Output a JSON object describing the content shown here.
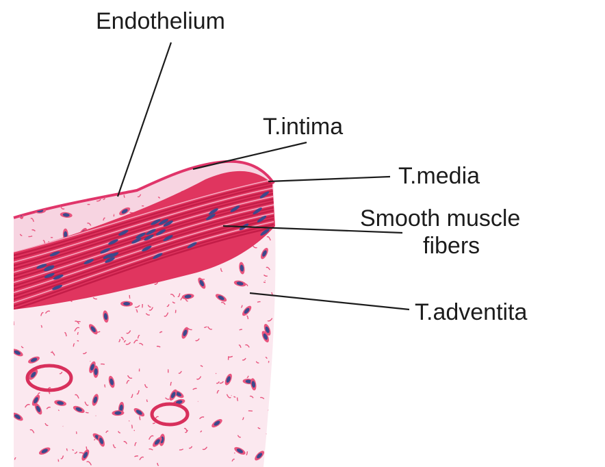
{
  "labels": {
    "endothelium": "Endothelium",
    "t_intima": "T.intima",
    "t_media": "T.media",
    "smooth_muscle_line1": "Smooth muscle",
    "smooth_muscle_line2": "fibers",
    "t_adventita": "T.adventita"
  },
  "colors": {
    "background": "#ffffff",
    "text": "#1c1c1c",
    "muscle": "#e0355f",
    "muscle_dark": "#c41d48",
    "connective": "#fbe8ef",
    "fiber": "#e8557e",
    "nucleus": "#3b4a8c"
  }
}
